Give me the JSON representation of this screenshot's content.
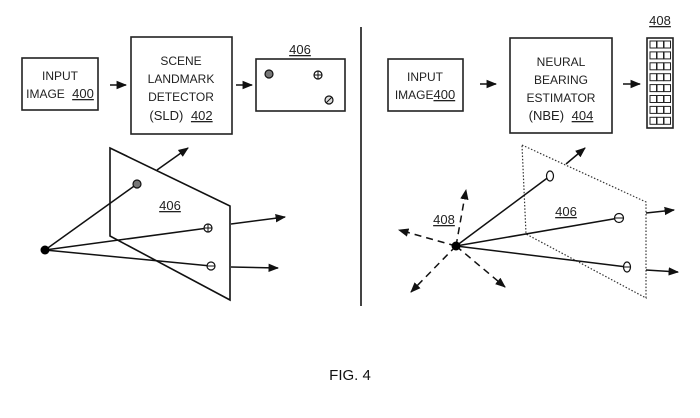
{
  "left_panel": {
    "input_box": {
      "line1": "Input",
      "line2": "Image",
      "ref": "400"
    },
    "detector_box": {
      "line1": "Scene",
      "line2": "Landmark",
      "line3": "Detector",
      "line4": "(SLD)",
      "ref": "402"
    },
    "landmark_image": {
      "ref": "406"
    },
    "plane_label": "406"
  },
  "right_panel": {
    "input_box": {
      "line1": "Input",
      "line2": "Image",
      "ref": "400"
    },
    "estimator_box": {
      "line1": "Neural",
      "line2": "Bearing",
      "line3": "Estimator",
      "line4": "(NBE)",
      "ref": "404"
    },
    "bearing_table": {
      "ref": "408",
      "rows": 8,
      "cols": 3
    },
    "plane_label": "406",
    "origin_label": "408"
  },
  "caption": "FIG. 4"
}
